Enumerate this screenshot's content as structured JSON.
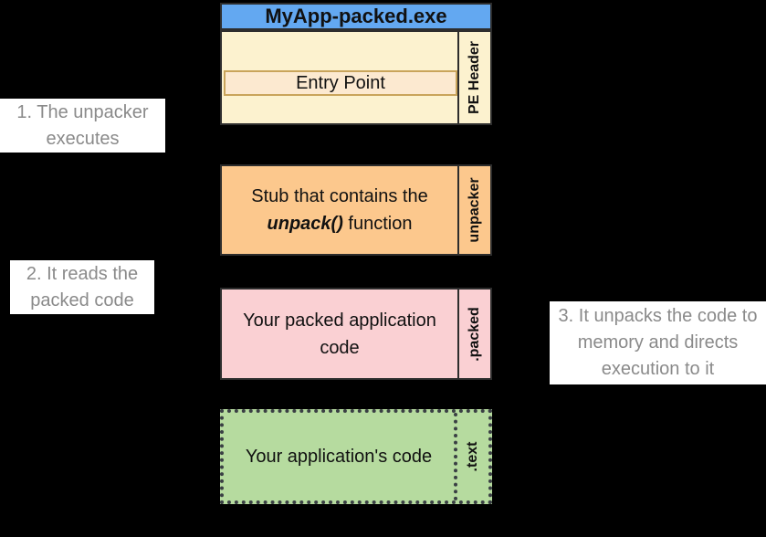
{
  "window": {
    "background": "#000000"
  },
  "diagram": {
    "title": "MyApp-packed.exe",
    "colors": {
      "title_bg": "#63A8F1",
      "pe_header_fill": "#FCF2CF",
      "entry_point_fill": "#FCE9D0",
      "entry_point_border": "#C9A45B",
      "unpacker_fill": "#FCC88D",
      "packed_fill": "#FAD0D3",
      "text_fill": "#B6DB9F",
      "box_border": "#2D2D2D",
      "dotted_border": "#3A3F44",
      "annotation_bg": "#FFFFFF",
      "annotation_text": "#8A8A8A"
    },
    "sections": {
      "pe_header": {
        "label": "PE Header",
        "entry_point": "Entry Point"
      },
      "unpacker": {
        "label": "unpacker",
        "body_before": "Stub that contains the",
        "body_func": "unpack()",
        "body_after": "function"
      },
      "packed": {
        "label": ".packed",
        "body": "Your packed application code"
      },
      "text": {
        "label": ".text",
        "body": "Your application's code"
      }
    },
    "annotations": {
      "step1": "1. The unpacker executes",
      "step2": "2. It reads the packed code",
      "step3": "3. It unpacks the code to memory and directs execution to it"
    }
  }
}
